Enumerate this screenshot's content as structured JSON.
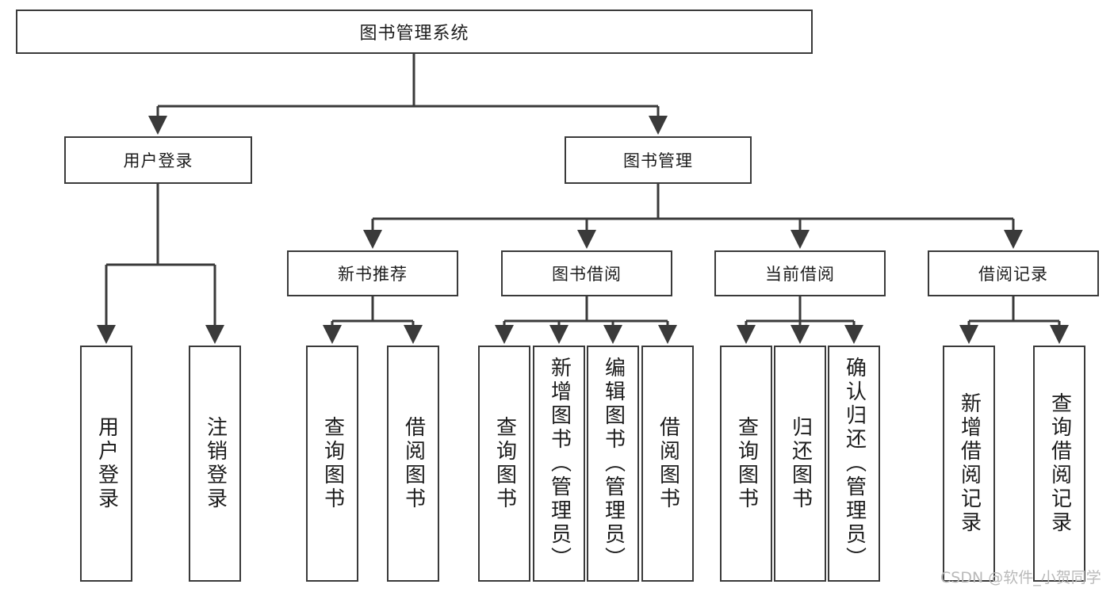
{
  "diagram": {
    "title": "图书管理系统",
    "type": "hierarchy-tree",
    "watermark": "CSDN @软件_小贺同学",
    "colors": {
      "box_border": "#3a3a3a",
      "box_fill": "#ffffff",
      "edge": "#3a3a3a",
      "text": "#1c1c1c",
      "watermark": "#b9b9b9",
      "background": "#ffffff"
    }
  },
  "nodes": {
    "root": {
      "label": "图书管理系统"
    },
    "level2": [
      {
        "id": "user-login",
        "label": "用户登录"
      },
      {
        "id": "book-management",
        "label": "图书管理"
      }
    ],
    "level3": [
      {
        "id": "new-book-recommend",
        "label": "新书推荐"
      },
      {
        "id": "book-borrow",
        "label": "图书借阅"
      },
      {
        "id": "current-borrow",
        "label": "当前借阅"
      },
      {
        "id": "borrow-record",
        "label": "借阅记录"
      }
    ],
    "leaves": {
      "user_login": [
        {
          "id": "leaf-user-login",
          "label": "用户登录"
        },
        {
          "id": "leaf-logout-login",
          "label": "注销登录"
        }
      ],
      "new_book_recommend": [
        {
          "id": "leaf-query-book-1",
          "label": "查询图书"
        },
        {
          "id": "leaf-borrow-book-1",
          "label": "借阅图书"
        }
      ],
      "book_borrow": [
        {
          "id": "leaf-query-book-2",
          "label": "查询图书"
        },
        {
          "id": "leaf-add-book",
          "label": "新增图书（管理员）"
        },
        {
          "id": "leaf-edit-book",
          "label": "编辑图书（管理员）"
        },
        {
          "id": "leaf-borrow-book-2",
          "label": "借阅图书"
        }
      ],
      "current_borrow": [
        {
          "id": "leaf-query-book-3",
          "label": "查询图书"
        },
        {
          "id": "leaf-return-book",
          "label": "归还图书"
        },
        {
          "id": "leaf-confirm-return",
          "label": "确认归还（管理员）"
        }
      ],
      "borrow_record": [
        {
          "id": "leaf-add-record",
          "label": "新增借阅记录"
        },
        {
          "id": "leaf-query-record",
          "label": "查询借阅记录"
        }
      ]
    }
  }
}
